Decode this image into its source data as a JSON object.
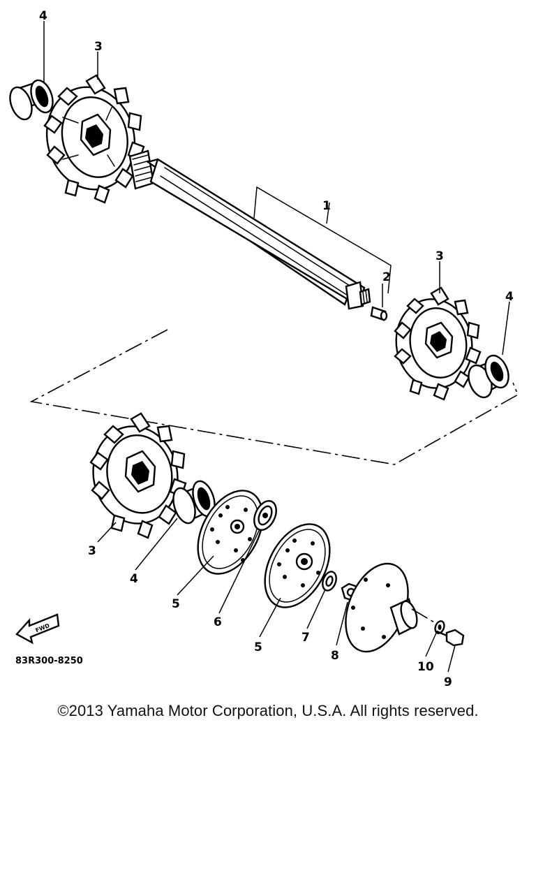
{
  "diagram": {
    "drawing_code": "83R300-8250",
    "fwd_label": "FWD",
    "callouts": [
      "4",
      "3",
      "1",
      "2",
      "3",
      "4",
      "3",
      "4",
      "5",
      "6",
      "5",
      "7",
      "8",
      "10",
      "9"
    ]
  },
  "footer": {
    "copyright": "©2013 Yamaha Motor Corporation, U.S.A. All rights reserved."
  }
}
